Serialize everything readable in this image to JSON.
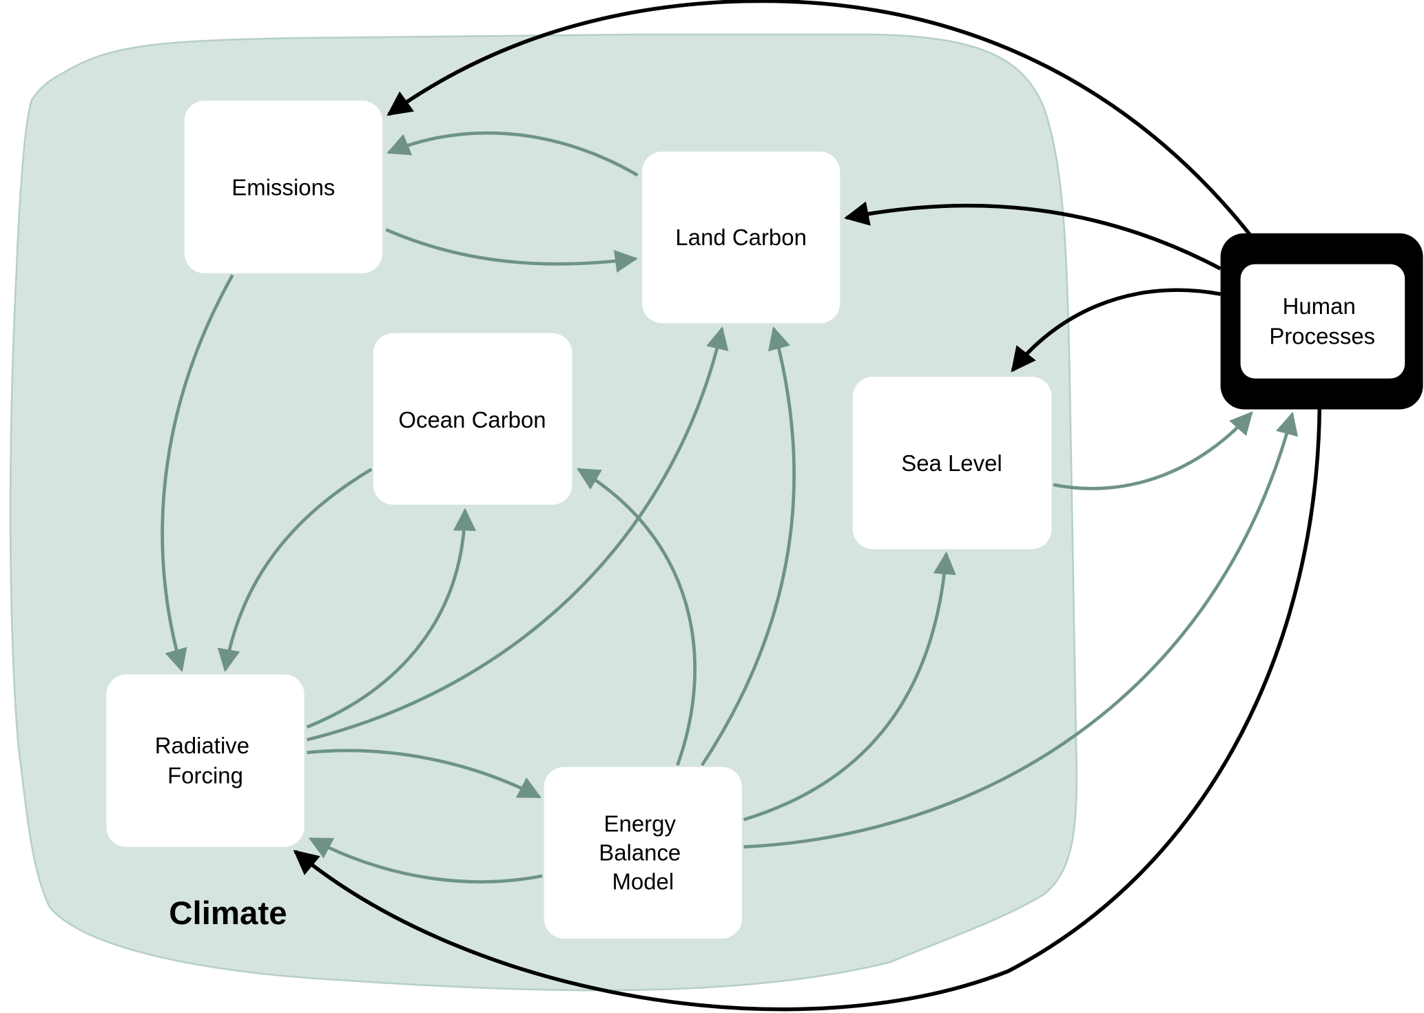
{
  "colors": {
    "climate_fill": "#D5E4DF",
    "climate_outline": "#B7D0C7",
    "climate_edge": "#6E9385",
    "human_edge": "#000000",
    "node_fill": "#FFFFFF",
    "human_border": "#000000"
  },
  "region": {
    "label": "Climate"
  },
  "nodes": {
    "emissions": {
      "label_lines": [
        "Emissions"
      ]
    },
    "land_carbon": {
      "label_lines": [
        "Land Carbon"
      ]
    },
    "ocean_carbon": {
      "label_lines": [
        "Ocean Carbon"
      ]
    },
    "sea_level": {
      "label_lines": [
        "Sea Level"
      ]
    },
    "radiative_forcing": {
      "label_lines": [
        "Radiative",
        "Forcing"
      ]
    },
    "energy_balance": {
      "label_lines": [
        "Energy",
        "Balance",
        "Model"
      ]
    },
    "human_processes": {
      "label_lines": [
        "Human",
        "Processes"
      ]
    }
  },
  "edges": [
    {
      "from": "land_carbon",
      "to": "emissions",
      "type": "climate"
    },
    {
      "from": "emissions",
      "to": "land_carbon",
      "type": "climate"
    },
    {
      "from": "emissions",
      "to": "radiative_forcing",
      "type": "climate"
    },
    {
      "from": "ocean_carbon",
      "to": "radiative_forcing",
      "type": "climate"
    },
    {
      "from": "radiative_forcing",
      "to": "ocean_carbon",
      "type": "climate"
    },
    {
      "from": "radiative_forcing",
      "to": "land_carbon",
      "type": "climate"
    },
    {
      "from": "radiative_forcing",
      "to": "energy_balance",
      "type": "climate"
    },
    {
      "from": "energy_balance",
      "to": "radiative_forcing",
      "type": "climate"
    },
    {
      "from": "energy_balance",
      "to": "ocean_carbon",
      "type": "climate"
    },
    {
      "from": "energy_balance",
      "to": "land_carbon",
      "type": "climate"
    },
    {
      "from": "energy_balance",
      "to": "sea_level",
      "type": "climate"
    },
    {
      "from": "energy_balance",
      "to": "human_processes",
      "type": "climate"
    },
    {
      "from": "sea_level",
      "to": "human_processes",
      "type": "climate"
    },
    {
      "from": "human_processes",
      "to": "emissions",
      "type": "human"
    },
    {
      "from": "human_processes",
      "to": "land_carbon",
      "type": "human"
    },
    {
      "from": "human_processes",
      "to": "sea_level",
      "type": "human"
    },
    {
      "from": "human_processes",
      "to": "radiative_forcing",
      "type": "human"
    }
  ]
}
